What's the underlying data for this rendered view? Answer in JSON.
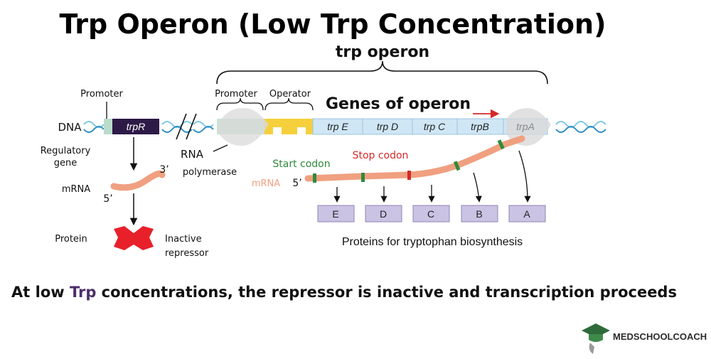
{
  "title": "Trp Operon (Low Trp Concentration)",
  "caption": {
    "prefix": "At low ",
    "highlight": "Trp",
    "suffix": " concentrations, the repressor is inactive and transcription proceeds"
  },
  "labels": {
    "trp_operon": "trp operon",
    "promoter_left": "Promoter",
    "promoter_operon": "Promoter",
    "operator": "Operator",
    "genes_of_operon": "Genes of operon",
    "dna": "DNA",
    "regulatory_gene_line1": "Regulatory",
    "regulatory_gene_line2": "gene",
    "trpR": "trpR",
    "rna_polymerase_line1": "RNA",
    "rna_polymerase_line2": "polymerase",
    "mrna_left": "mRNA",
    "mrna_right": "mRNA",
    "three_prime": "3’",
    "five_prime_left": "5’",
    "five_prime_right": "5’",
    "start_codon": "Start codon",
    "stop_codon": "Stop codon",
    "protein": "Protein",
    "inactive_line1": "Inactive",
    "inactive_line2": "repressor",
    "proteins_caption": "Proteins for tryptophan biosynthesis"
  },
  "genes": [
    "trp E",
    "trp D",
    "trp C",
    "trpB",
    "trpA"
  ],
  "proteins": [
    "E",
    "D",
    "C",
    "B",
    "A"
  ],
  "brand": "MEDSCHOOLCOACH",
  "colors": {
    "trpR_box": "#2e1a47",
    "caption_highlight": "#4b2e6b",
    "start_codon": "#2e8b3a",
    "stop_codon": "#d62828",
    "repressor": "#e8202a",
    "mrna": "#f0a080",
    "gene_box": "#cfe6f5",
    "operator": "#f5d03c",
    "protein_box": "#cbc3e3",
    "brand_green": "#2f6b3a"
  }
}
